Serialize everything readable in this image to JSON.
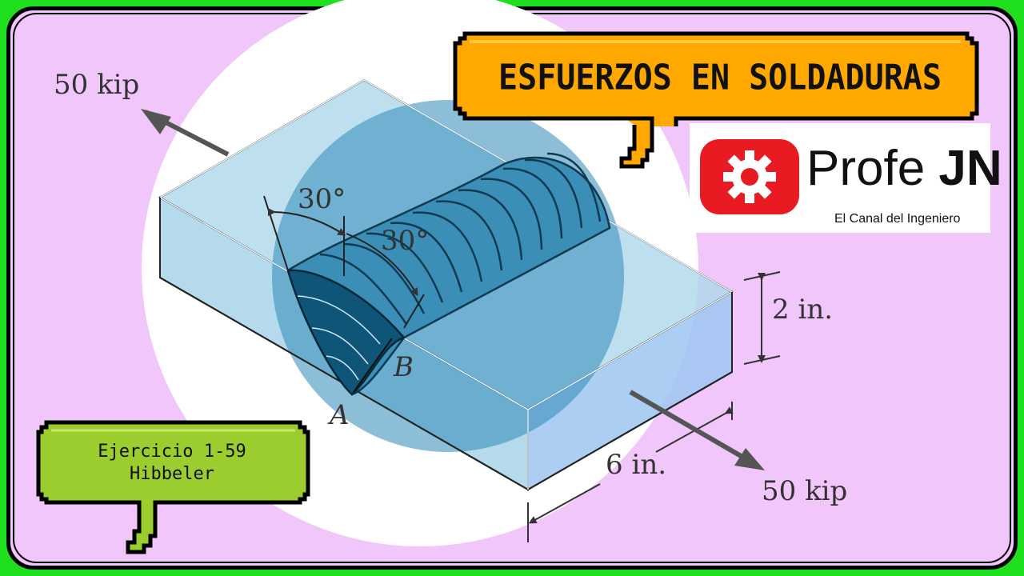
{
  "header": {
    "title": "ESFUERZOS EN SOLDADURAS"
  },
  "logo": {
    "name_regular": "Profe ",
    "name_bold": "JN",
    "subtitle": "El Canal del Ingeniero",
    "icon": "gear-icon",
    "color": "#e81b23"
  },
  "exercise": {
    "line1": "Ejercicio 1-59",
    "line2": "Hibbeler"
  },
  "diagram": {
    "force_top": "50 kip",
    "force_bottom": "50 kip",
    "angle_1": "30°",
    "angle_2": "30°",
    "thickness": "2 in.",
    "length": "6 in.",
    "point_a": "A",
    "point_b": "B"
  },
  "colors": {
    "frame": "#1fe01f",
    "background": "#f1c6fa",
    "title_box": "#ffa500",
    "exercise_box": "#9bcd2f",
    "plate": "#a9d8ec",
    "weld": "#3b8fb6"
  }
}
